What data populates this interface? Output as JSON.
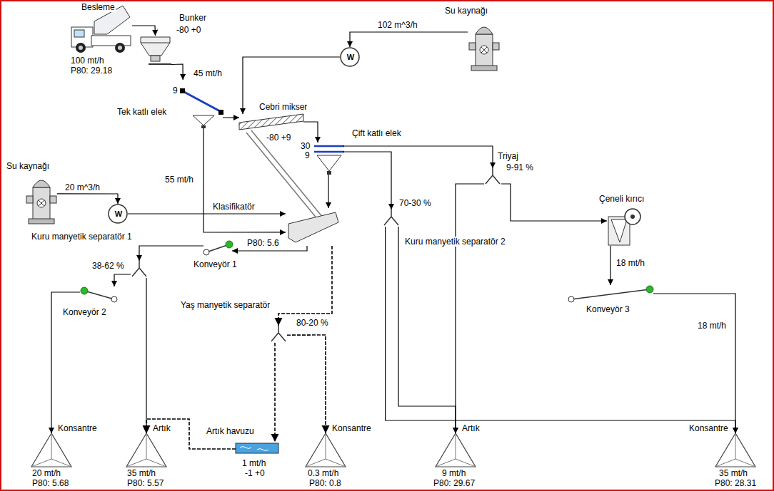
{
  "diagram": {
    "nodes": [
      {
        "text": [
          "Besleme",
          "100 mt/h",
          "P80: 29.18"
        ]
      },
      {
        "text": [
          "Bunker",
          "-80 +0"
        ]
      },
      {
        "text": [
          "Tek katlı elek",
          "9"
        ]
      },
      {
        "text": [
          "Su kaynağı"
        ]
      },
      {
        "text": [
          "W"
        ]
      },
      {
        "text": [
          "Cebri mikser"
        ]
      },
      {
        "text": [
          "Çift katlı elek",
          "30",
          "9"
        ]
      },
      {
        "text": [
          "Su kaynağı"
        ]
      },
      {
        "text": [
          "W"
        ]
      },
      {
        "text": [
          "Klasifikatör"
        ]
      },
      {
        "text": [
          "Triyaj",
          "9-91 %"
        ]
      },
      {
        "text": [
          "Çeneli kırıcı"
        ]
      },
      {
        "text": [
          "Konveyör 1"
        ]
      },
      {
        "text": [
          "Kuru manyetik separatör 1",
          "38-62 %"
        ]
      },
      {
        "text": [
          "Kuru manyetik separatör 2",
          "70-30 %"
        ]
      },
      {
        "text": [
          "Konveyör 3"
        ]
      },
      {
        "text": [
          "Konveyör 2"
        ]
      },
      {
        "text": [
          "Yaş manyetik separatör",
          "80-20 %"
        ]
      },
      {
        "text": [
          "Konsantre",
          "20 mt/h",
          "P80: 5.68"
        ]
      },
      {
        "text": [
          "Artık",
          "35 mt/h",
          "P80: 5.57"
        ]
      },
      {
        "text": [
          "Artık havuzu",
          "1 mt/h",
          "-1 +0"
        ]
      },
      {
        "text": [
          "Konsantre",
          "0.3 mt/h",
          "P80: 0.8"
        ]
      },
      {
        "text": [
          "Artık",
          "9 mt/h",
          "P80: 29.67"
        ]
      },
      {
        "text": [
          "Konsantre",
          "35 mt/h",
          "P80: 28.31"
        ]
      }
    ],
    "edges": [
      {
        "from": 0,
        "to": 1,
        "arrow": "to"
      },
      {
        "from": 1,
        "to": 2,
        "arrow": "to"
      },
      {
        "from": 2,
        "to": 5,
        "label": "45 mt/h",
        "arrow": "to"
      },
      {
        "from": 2,
        "to": 9,
        "label": "55 mt/h",
        "arrow": "to"
      },
      {
        "from": 3,
        "to": 4,
        "label": "102 m^3/h",
        "arrow": "to"
      },
      {
        "from": 4,
        "to": 5,
        "arrow": "to"
      },
      {
        "from": 5,
        "to": 6,
        "label": "-80 +9",
        "arrow": "to"
      },
      {
        "from": 6,
        "to": 10,
        "arrow": "to"
      },
      {
        "from": 6,
        "to": 14,
        "arrow": "to"
      },
      {
        "from": 6,
        "to": 9,
        "arrow": "to"
      },
      {
        "from": 7,
        "to": 8,
        "label": "20 m^3/h",
        "arrow": "to"
      },
      {
        "from": 8,
        "to": 9,
        "arrow": "to"
      },
      {
        "from": 9,
        "to": 12,
        "label": "P80: 5.6",
        "arrow": "to"
      },
      {
        "from": 9,
        "to": 17,
        "arrow": "to"
      },
      {
        "from": 12,
        "to": 13,
        "arrow": "to"
      },
      {
        "from": 13,
        "to": 16,
        "arrow": "to"
      },
      {
        "from": 13,
        "to": 19,
        "arrow": "to"
      },
      {
        "from": 16,
        "to": 18,
        "arrow": "to"
      },
      {
        "from": 17,
        "to": 20,
        "arrow": "to"
      },
      {
        "from": 17,
        "to": 21,
        "arrow": "to"
      },
      {
        "from": 20,
        "to": 19,
        "arrow": "to"
      },
      {
        "from": 10,
        "to": 22,
        "arrow": "to"
      },
      {
        "from": 10,
        "to": 11,
        "arrow": "to"
      },
      {
        "from": 11,
        "to": 15,
        "label": "18 mt/h",
        "arrow": "to"
      },
      {
        "from": 15,
        "to": 23,
        "label": "18 mt/h",
        "arrow": "to"
      },
      {
        "from": 14,
        "to": 23,
        "arrow": "to"
      },
      {
        "from": 14,
        "to": 22,
        "arrow": "to"
      }
    ]
  }
}
